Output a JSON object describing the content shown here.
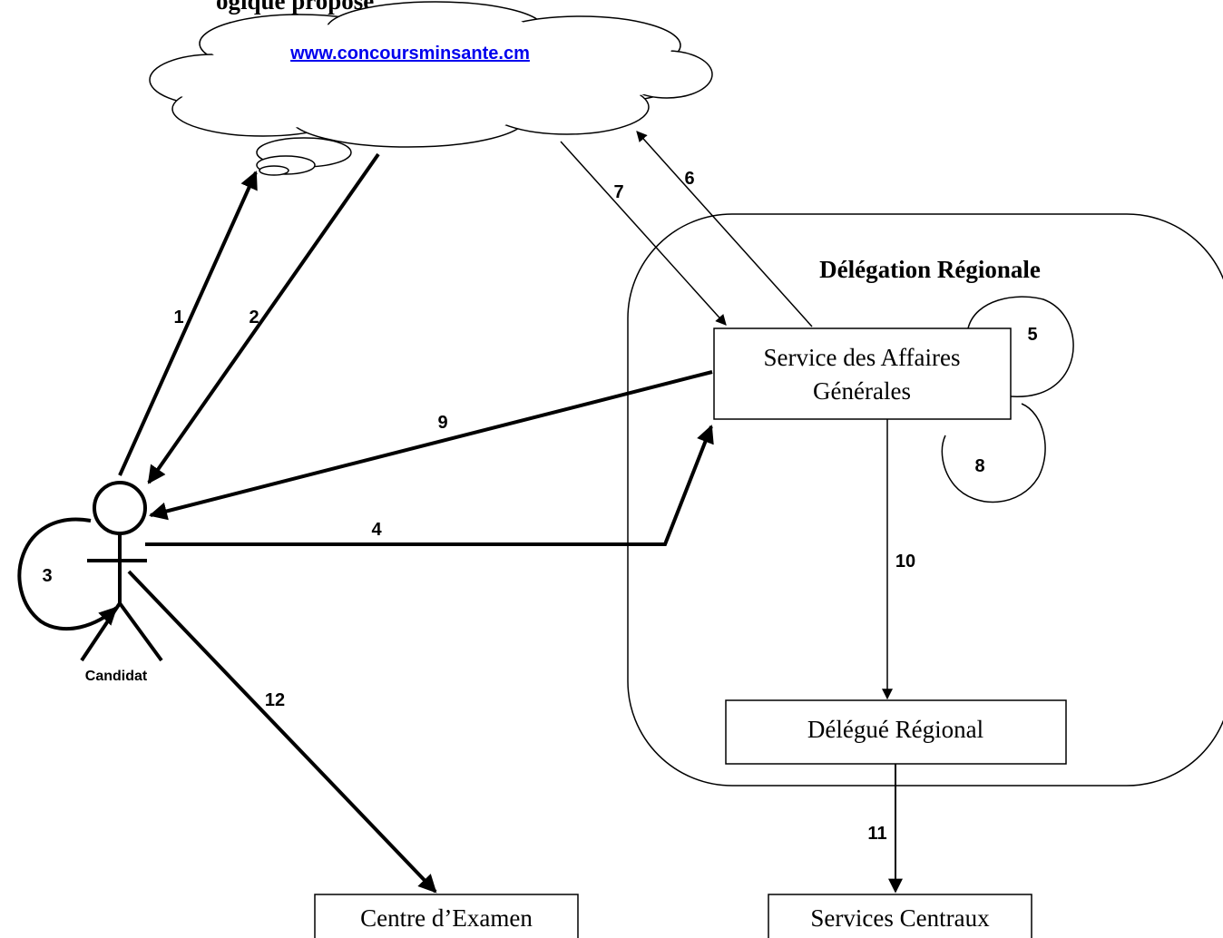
{
  "header": {
    "partial_title": "ogique proposé"
  },
  "cloud": {
    "url": "www.concoursminsante.cm"
  },
  "region": {
    "title": "Délégation Régionale"
  },
  "nodes": {
    "saf_line1": "Service des Affaires",
    "saf_line2": "Générales",
    "delegue": "Délégué Régional",
    "centre": "Centre d’Examen",
    "services": "Services Centraux"
  },
  "actor": {
    "label": "Candidat"
  },
  "steps": {
    "s1": "1",
    "s2": "2",
    "s3": "3",
    "s4": "4",
    "s5": "5",
    "s6": "6",
    "s7": "7",
    "s8": "8",
    "s9": "9",
    "s10": "10",
    "s11": "11",
    "s12": "12"
  },
  "colors": {
    "stroke": "#000000",
    "link": "#0000ee"
  }
}
